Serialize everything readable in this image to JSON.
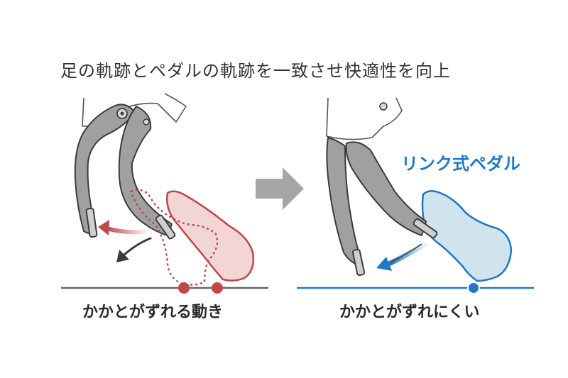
{
  "headline": "足の軌跡とペダルの軌跡を一致させ快適性を向上",
  "left_panel": {
    "caption": "かかとがずれる動き"
  },
  "right_panel": {
    "label": "リンク式ペダル",
    "caption": "かかとがずれにくい"
  },
  "colors": {
    "red_accent": "#c0474a",
    "red_fill": "#f2d6d6",
    "blue_accent": "#1f78c8",
    "blue_fill": "#cfe4ec",
    "leg_gray": "#9a9a9a",
    "leg_outline": "#3c3c3c",
    "arrow_gray": "#a6a6a6"
  }
}
